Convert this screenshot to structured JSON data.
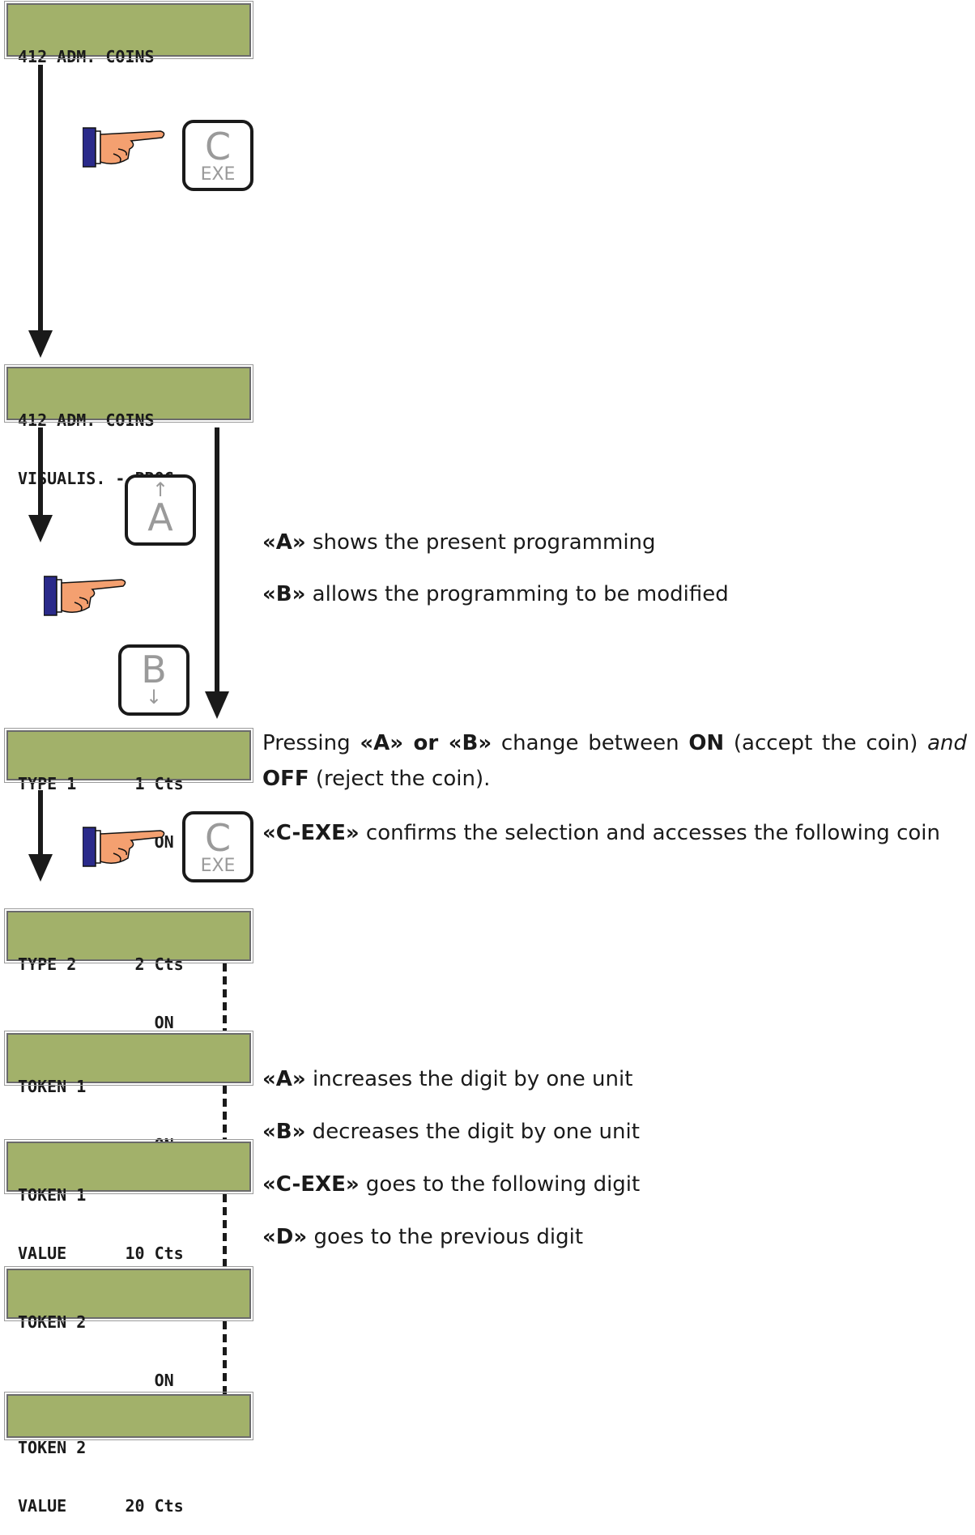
{
  "screens": {
    "s1": [
      "412 ADM. COINS"
    ],
    "s2": [
      "412 ADM. COINS",
      "VISUALIS. - PROG."
    ],
    "s3": [
      "TYPE 1      1 Cts",
      "              ON"
    ],
    "s4": [
      "TYPE 2      2 Cts",
      "              ON"
    ],
    "s5": [
      "TOKEN 1",
      "              ON"
    ],
    "s6": [
      "TOKEN 1",
      "VALUE      10 Cts"
    ],
    "s7": [
      "TOKEN 2",
      "              ON"
    ],
    "s8": [
      "TOKEN 2",
      "VALUE      20 Cts"
    ]
  },
  "keys": {
    "c_big": "C",
    "c_small": "EXE",
    "a_big": "A",
    "a_arrow": "↑",
    "b_big": "B",
    "b_arrow": "↓"
  },
  "desc": {
    "a_key": "«A»",
    "a_text": " shows the present programming",
    "b_key": "«B»",
    "b_text": " allows the programming to be modified",
    "p1": "Pressing ",
    "p2": "«A» or «B»",
    "p3": " change between ",
    "p4": "ON",
    "p5": " (accept the coin) ",
    "p6": "and",
    "p7": " ",
    "p8": "OFF",
    "p9": " (reject the coin).",
    "c_key": "«C-EXE»",
    "c_text": " confirms the selection and accesses the following coin",
    "inc_key": "«A»",
    "inc_text": " increases the digit by one unit",
    "dec_key": "«B»",
    "dec_text": " decreases the digit by one unit",
    "next_key": "«C-EXE»",
    "next_text": " goes to the following digit",
    "prev_key": "«D»",
    "prev_text": " goes to the previous digit"
  },
  "colors": {
    "lcd": "#a2b16a",
    "hand_skin": "#f4a070",
    "hand_sleeve": "#2a2a8a"
  }
}
